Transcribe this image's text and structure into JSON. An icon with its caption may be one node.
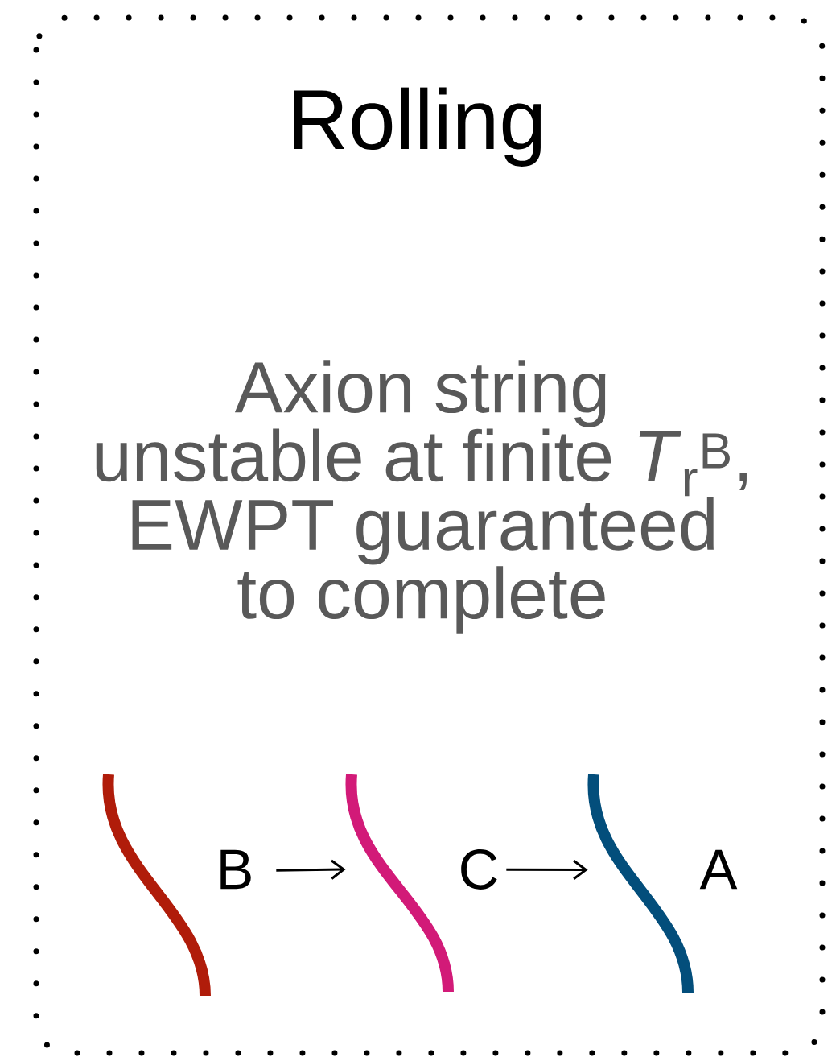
{
  "diagram": {
    "title": "Rolling",
    "nodes": [
      {
        "text": [],
        "shape": "picture",
        "beside": [
          "B"
        ]
      },
      {
        "text": [],
        "shape": "picture",
        "beside": [
          "C"
        ]
      },
      {
        "text": [],
        "shape": "picture",
        "beside": [
          "A"
        ]
      }
    ],
    "edges": [
      {
        "from": 0,
        "to": 1,
        "arrow": "to"
      },
      {
        "from": 1,
        "to": 2,
        "arrow": "to"
      }
    ],
    "labels": [
      "Axion string unstable at finite *T*$_{r}$$^{B}$, EWPT guaranteed to complete"
    ]
  }
}
